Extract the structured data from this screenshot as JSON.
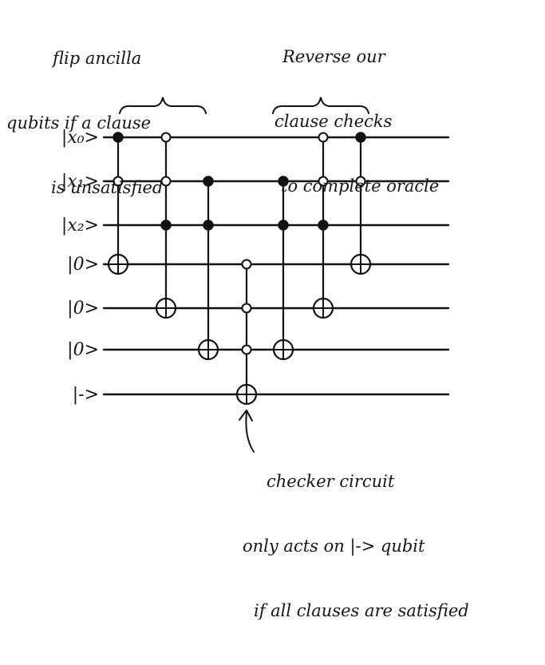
{
  "qubits": [
    {
      "label": "|x₀>"
    },
    {
      "label": "|x₁>"
    },
    {
      "label": "|x₂>"
    },
    {
      "label": "|0>"
    },
    {
      "label": "|0>"
    },
    {
      "label": "|0>"
    },
    {
      "label": "|->"
    }
  ],
  "gates": [
    {
      "type": "cnot",
      "target": 3,
      "controls": [
        {
          "q": 0,
          "state": "filled"
        },
        {
          "q": 1,
          "state": "open"
        }
      ]
    },
    {
      "type": "cnot",
      "target": 4,
      "controls": [
        {
          "q": 0,
          "state": "open"
        },
        {
          "q": 1,
          "state": "open"
        },
        {
          "q": 2,
          "state": "filled"
        }
      ]
    },
    {
      "type": "cnot",
      "target": 5,
      "controls": [
        {
          "q": 1,
          "state": "filled"
        },
        {
          "q": 2,
          "state": "filled"
        }
      ]
    },
    {
      "type": "cnot",
      "target": 6,
      "controls": [
        {
          "q": 3,
          "state": "open"
        },
        {
          "q": 4,
          "state": "open"
        },
        {
          "q": 5,
          "state": "open"
        }
      ]
    },
    {
      "type": "cnot",
      "target": 5,
      "controls": [
        {
          "q": 1,
          "state": "filled"
        },
        {
          "q": 2,
          "state": "filled"
        }
      ]
    },
    {
      "type": "cnot",
      "target": 4,
      "controls": [
        {
          "q": 0,
          "state": "open"
        },
        {
          "q": 1,
          "state": "open"
        },
        {
          "q": 2,
          "state": "filled"
        }
      ]
    },
    {
      "type": "cnot",
      "target": 3,
      "controls": [
        {
          "q": 0,
          "state": "filled"
        },
        {
          "q": 1,
          "state": "open"
        }
      ]
    }
  ],
  "annotations": {
    "left": {
      "line1": "flip ancilla",
      "line2": "qubits if a clause",
      "line3": "is unsatisfied"
    },
    "right": {
      "line1": "Reverse our",
      "line2": "clause checks",
      "line3": "to complete oracle"
    },
    "bottom": {
      "line1": "checker circuit",
      "line2": "only acts on |-> qubit",
      "line3": "if all clauses are satisfied"
    }
  }
}
